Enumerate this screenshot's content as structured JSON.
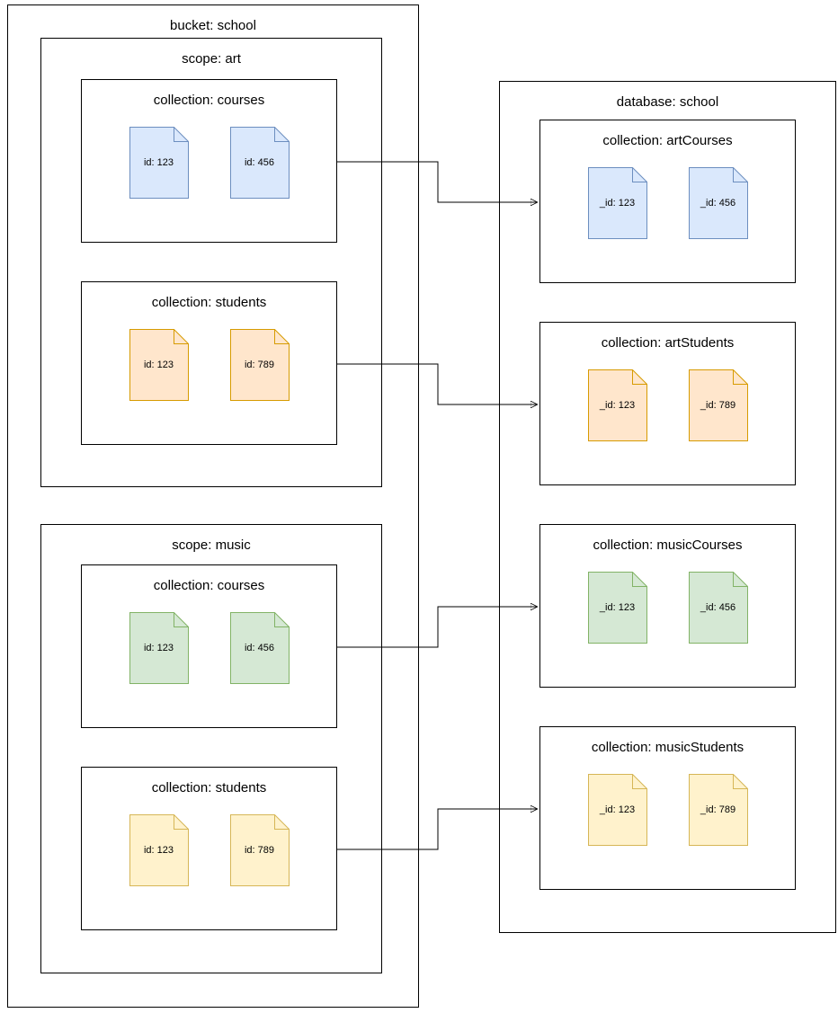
{
  "diagram": {
    "bucket": {
      "title": "bucket: school",
      "scopes": [
        {
          "title": "scope: art",
          "collections": [
            {
              "title": "collection: courses",
              "color": "blue",
              "docs": [
                "id: 123",
                "id: 456"
              ]
            },
            {
              "title": "collection: students",
              "color": "orange",
              "docs": [
                "id: 123",
                "id: 789"
              ]
            }
          ]
        },
        {
          "title": "scope: music",
          "collections": [
            {
              "title": "collection: courses",
              "color": "green",
              "docs": [
                "id: 123",
                "id: 456"
              ]
            },
            {
              "title": "collection: students",
              "color": "yellow",
              "docs": [
                "id: 123",
                "id: 789"
              ]
            }
          ]
        }
      ]
    },
    "database": {
      "title": "database: school",
      "collections": [
        {
          "title": "collection: artCourses",
          "color": "blue",
          "docs": [
            "_id: 123",
            "_id: 456"
          ]
        },
        {
          "title": "collection: artStudents",
          "color": "orange",
          "docs": [
            "_id: 123",
            "_id: 789"
          ]
        },
        {
          "title": "collection: musicCourses",
          "color": "green",
          "docs": [
            "_id: 123",
            "_id: 456"
          ]
        },
        {
          "title": "collection: musicStudents",
          "color": "yellow",
          "docs": [
            "_id: 123",
            "_id: 789"
          ]
        }
      ]
    },
    "colors": {
      "blue": {
        "fill": "#dae8fc",
        "stroke": "#6c8ebf"
      },
      "orange": {
        "fill": "#ffe6cc",
        "stroke": "#d79b00"
      },
      "green": {
        "fill": "#d5e8d4",
        "stroke": "#82b366"
      },
      "yellow": {
        "fill": "#fff2cc",
        "stroke": "#d6b656"
      },
      "line": "#000000"
    },
    "connections": [
      {
        "from": "scope art / collection courses",
        "to": "collection artCourses"
      },
      {
        "from": "scope art / collection students",
        "to": "collection artStudents"
      },
      {
        "from": "scope music / collection courses",
        "to": "collection musicCourses"
      },
      {
        "from": "scope music / collection students",
        "to": "collection musicStudents"
      }
    ]
  }
}
